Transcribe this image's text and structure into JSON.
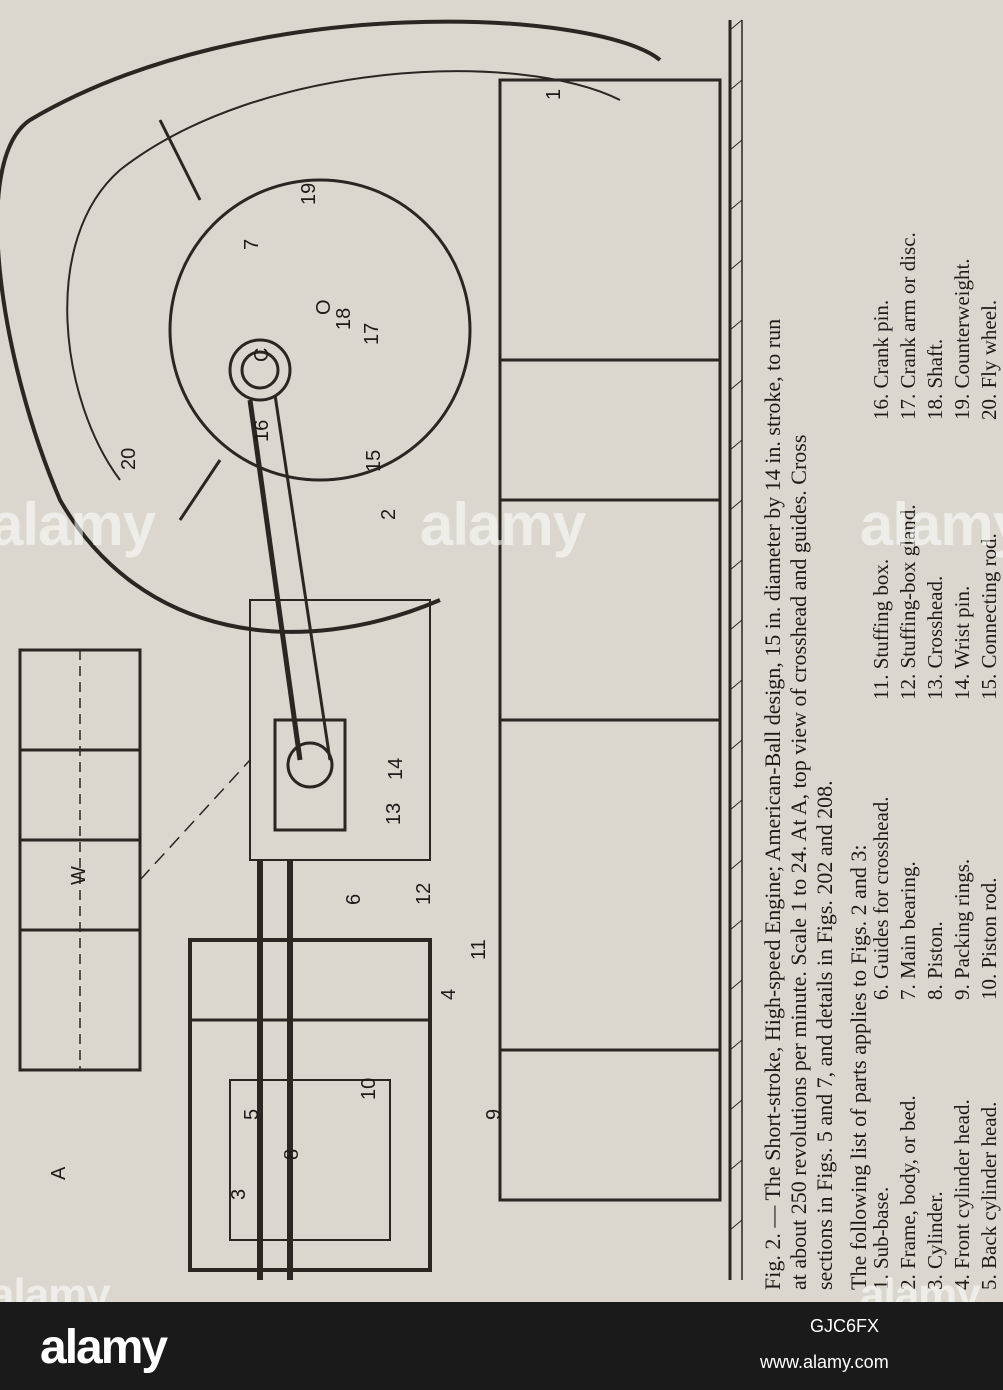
{
  "figure": {
    "caption_lines": [
      "Fig. 2. — The Short-stroke, High-speed Engine; American-Ball design, 15 in. diameter by 14 in. stroke, to run",
      "at about 250 revolutions per minute.  Scale 1 to 24.  At A, top view of crosshead and guides.  Cross",
      "sections in Figs. 5 and 7, and details in Figs. 202 and 208."
    ],
    "legend_intro": "The following list of parts applies to Figs. 2 and 3:",
    "legend_columns": [
      [
        "1. Sub-base.",
        "2. Frame, body, or bed.",
        "3. Cylinder.",
        "4. Front cylinder head.",
        "5. Back cylinder head."
      ],
      [
        "6. Guides for crosshead.",
        "7. Main bearing.",
        "8. Piston.",
        "9. Packing rings.",
        "10. Piston rod."
      ],
      [
        "11. Stuffing box.",
        "12. Stuffing-box gland.",
        "13. Crosshead.",
        "14. Wrist pin.",
        "15. Connecting rod."
      ],
      [
        "16. Crank pin.",
        "17. Crank arm or disc.",
        "18. Shaft.",
        "19. Counterweight.",
        "20. Fly wheel."
      ]
    ],
    "drawing_labels": [
      "A",
      "W",
      "C",
      "O",
      "1",
      "2",
      "3",
      "4",
      "5",
      "6",
      "7",
      "8",
      "9",
      "10",
      "11",
      "12",
      "13",
      "14",
      "15",
      "16",
      "17",
      "18",
      "19",
      "20"
    ]
  },
  "watermark": "alamy",
  "footer": {
    "logo": "alamy",
    "image_id": "GJC6FX",
    "url": "www.alamy.com"
  }
}
